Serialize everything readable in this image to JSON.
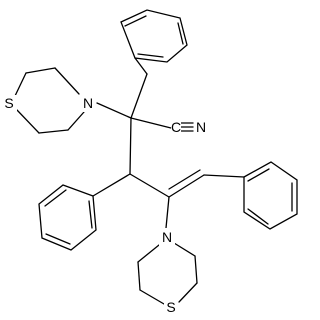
{
  "diagram": {
    "atom_labels": {
      "sulfur_top": "S",
      "nitrogen_top": "N",
      "nitrile_carbon": "C",
      "nitrile_nitrogen": "N",
      "nitrogen_bottom": "N",
      "sulfur_bottom": "S"
    },
    "colors": {
      "bond": "#000000",
      "background": "#ffffff"
    }
  }
}
